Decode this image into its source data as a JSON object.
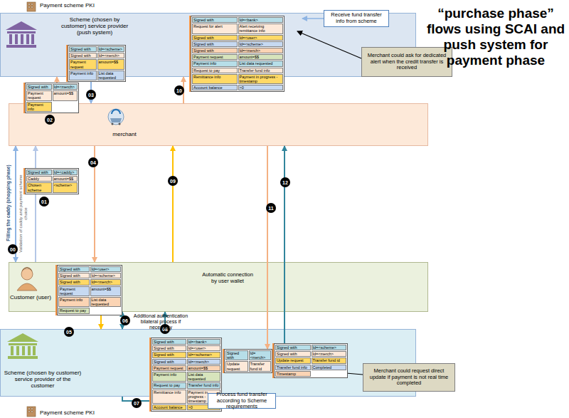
{
  "diagram": {
    "title": "“purchase phase” flows using SCAI and push system for payment phase",
    "nodes": [
      {
        "text": [
          "Scheme (chosen by customer) service provider (push system)"
        ]
      },
      {
        "text": [
          "Receive fund transfer info from scheme"
        ],
        "in": 0
      },
      {
        "text": [
          "Signed with",
          "Id=<scheme>",
          "Signed with",
          "Id=<merch>",
          "Payment request",
          "amount=$$",
          "Payment info",
          "List data requested"
        ],
        "in": 0
      },
      {
        "text": [
          "Signed with",
          "Id=<bank>",
          "Request for alert",
          "Alert receiving remittance info",
          "Signed with",
          "Id=<user>",
          "Signed with",
          "Id=<scheme>",
          "Signed with",
          "Id=<merch>",
          "Payment request",
          "amount=$$",
          "Payment info",
          "List data requested",
          "Request to pay",
          "Transfer fund info",
          "Remittance info",
          "Payment in progress - timestamp",
          "Account balance",
          ">0"
        ],
        "in": 0
      },
      {
        "text": [
          "Merchant could ask for dedicated alert when the credit transfer is received"
        ]
      },
      {
        "text": [
          "Signed with",
          "Id=<merch>",
          "Payment request",
          "amount=$$",
          "Payment info"
        ]
      },
      {
        "text": [
          "merchant"
        ]
      },
      {
        "text": [
          "Signed with",
          "Id=<caddy>",
          "Caddy",
          "amount=$$",
          "Chosen scheme",
          "<scheme>"
        ]
      },
      {
        "text": [
          "Customer (user)"
        ]
      },
      {
        "text": [
          "Signed with",
          "Id=<user>",
          "Signed with",
          "Id=<scheme>",
          "Signed with",
          "Id=<merch>",
          "Payment request",
          "amount=$$",
          "Payment info",
          "List data requested",
          "Request to pay"
        ],
        "in": 8
      },
      {
        "text": [
          "Scheme (chosen by customer) service provider of the customer"
        ]
      },
      {
        "text": [
          "Signed with",
          "Id=<bank>",
          "Signed with",
          "Id=<user>",
          "Signed with",
          "Id=<scheme>",
          "Signed with",
          "Id=<merch>",
          "Payment request",
          "amount=$$",
          "Payment info",
          "List data requested",
          "Request to pay",
          "Transfer fund info",
          "Remittance info",
          "Payment in progress - timestamp",
          "Account balance",
          ">0"
        ],
        "in": 10
      },
      {
        "text": [
          "Signed with",
          "Id=<merch>",
          "Update request",
          "Transfer fund id"
        ],
        "in": 10
      },
      {
        "text": [
          "Signed with",
          "Id=<scheme>",
          "Signed with",
          "Id=<merch>",
          "Update request",
          "Transfer fund id",
          "Transfer fund info",
          "Completed",
          "Timestamp"
        ],
        "in": 10
      },
      {
        "text": [
          "Merchant could request direct update if payment is not real time completed"
        ]
      },
      {
        "text": [
          "Process fund transfer according to Scheme requirements"
        ]
      }
    ],
    "edges": [
      {
        "from": 6,
        "to": 0,
        "arrow": "to"
      },
      {
        "from": 0,
        "to": 6,
        "arrow": "to"
      },
      {
        "from": 6,
        "to": 8,
        "arrow": "to"
      },
      {
        "from": 8,
        "to": 6,
        "arrow": "both"
      },
      {
        "from": 8,
        "to": 6,
        "arrow": "to"
      },
      {
        "from": 8,
        "to": 10,
        "arrow": "to"
      },
      {
        "from": 10,
        "to": 8,
        "arrow": "both"
      },
      {
        "from": 10,
        "to": 15,
        "arrow": "to"
      },
      {
        "from": 10,
        "to": 8,
        "arrow": "to"
      },
      {
        "from": 8,
        "to": 6,
        "arrow": "to"
      },
      {
        "from": 6,
        "to": 0,
        "arrow": "to"
      },
      {
        "from": 6,
        "to": 12,
        "arrow": "to"
      },
      {
        "from": 13,
        "to": 6,
        "arrow": "to"
      }
    ],
    "labels": [
      "Payment scheme PKI",
      "Filling the caddy (shopping phase)",
      "Validation of caddy and payment scheme choice",
      "00",
      "01",
      "02",
      "03",
      "04",
      "05",
      "06",
      "07",
      "08",
      "09",
      "10",
      "11",
      "12",
      "Automatic connection by user wallet",
      "Additional authentication bilateral process if necessary",
      "Payment scheme PKI"
    ]
  }
}
